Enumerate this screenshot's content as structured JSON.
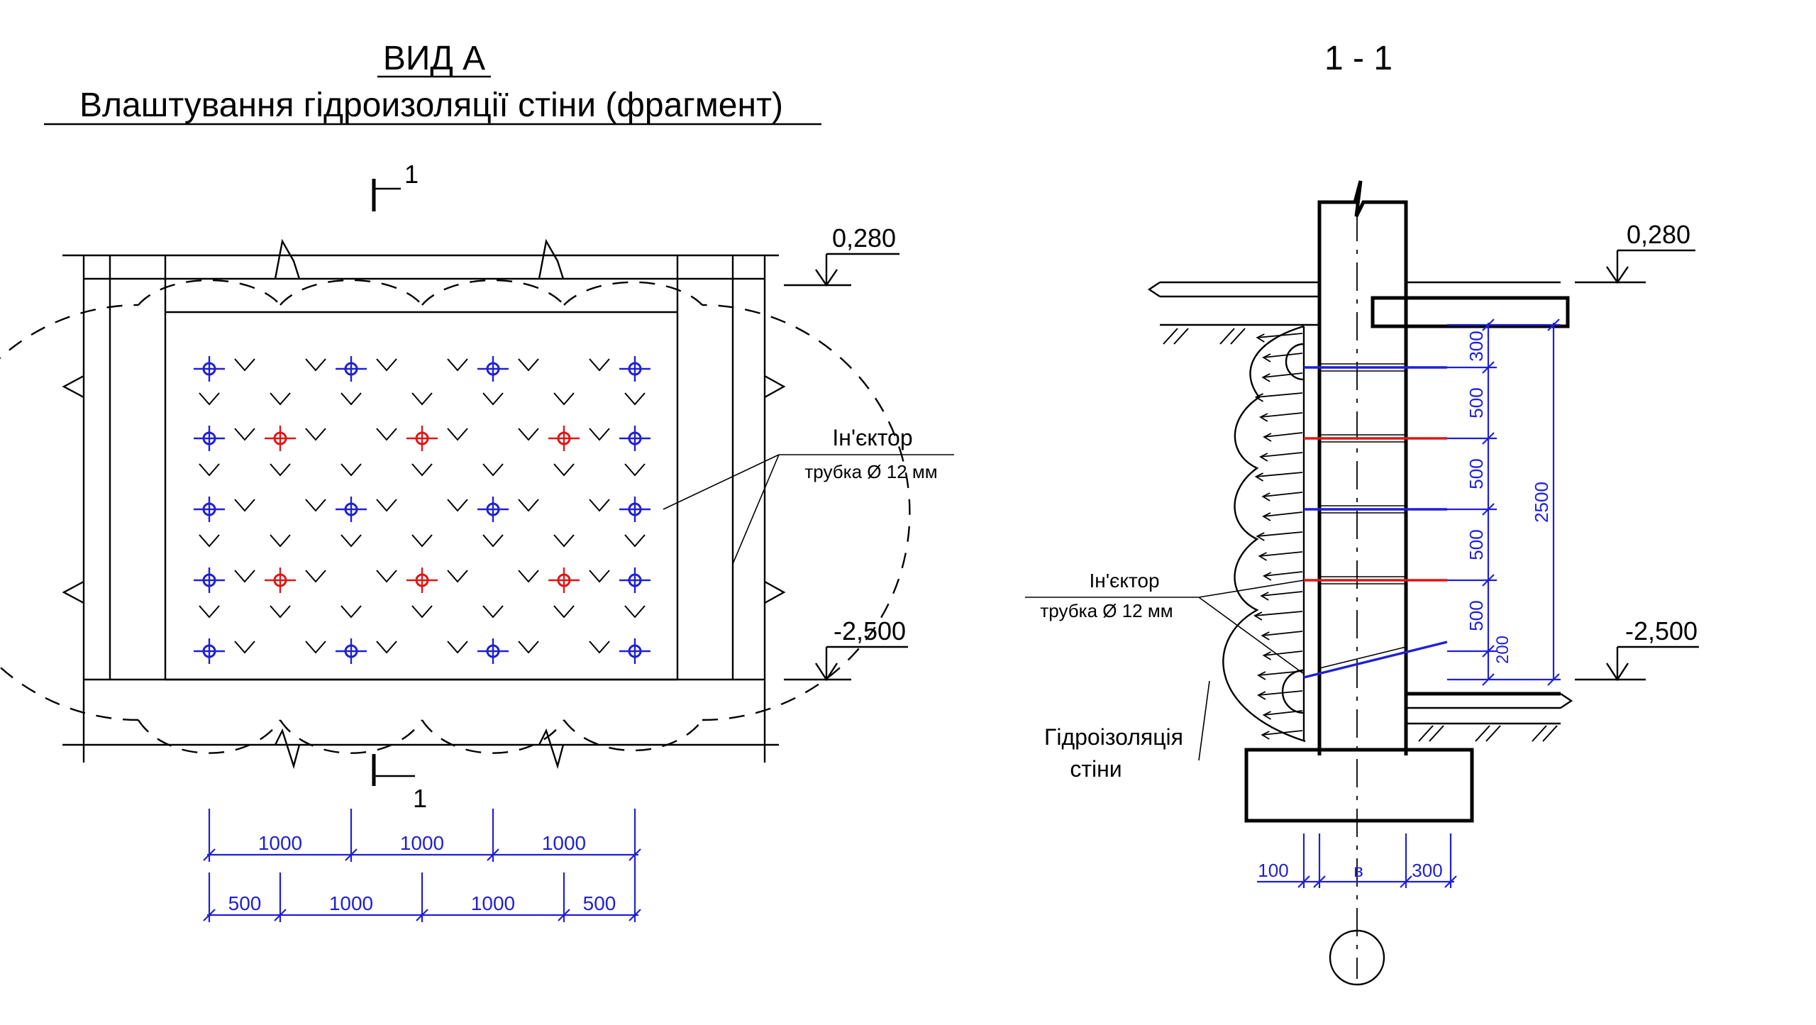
{
  "view_a": {
    "title": "ВИД А",
    "subtitle": "Влаштування гідроизоляції стіни (фрагмент)",
    "section_mark": "1",
    "level_top": "0,280",
    "level_bottom": "-2,500",
    "injector_line1": "Ін'єктор",
    "injector_line2": "трубка Ø 12 мм",
    "dims_row1": [
      "1000",
      "1000",
      "1000"
    ],
    "dims_row2": [
      "500",
      "1000",
      "1000",
      "500"
    ]
  },
  "section": {
    "title": "1 - 1",
    "level_top": "0,280",
    "level_bottom": "-2,500",
    "injector_line1": "Ін'єктор",
    "injector_line2": "трубка Ø 12 мм",
    "waterproof_line1": "Гідроізоляція",
    "waterproof_line2": "стіни",
    "vert_dims": [
      "300",
      "500",
      "500",
      "500",
      "500",
      "200"
    ],
    "total_dim": "2500",
    "bottom_dims": [
      "100",
      "в",
      "300"
    ]
  },
  "colors": {
    "blue": "#1f1fd6",
    "red": "#e01515",
    "line": "#000000"
  }
}
